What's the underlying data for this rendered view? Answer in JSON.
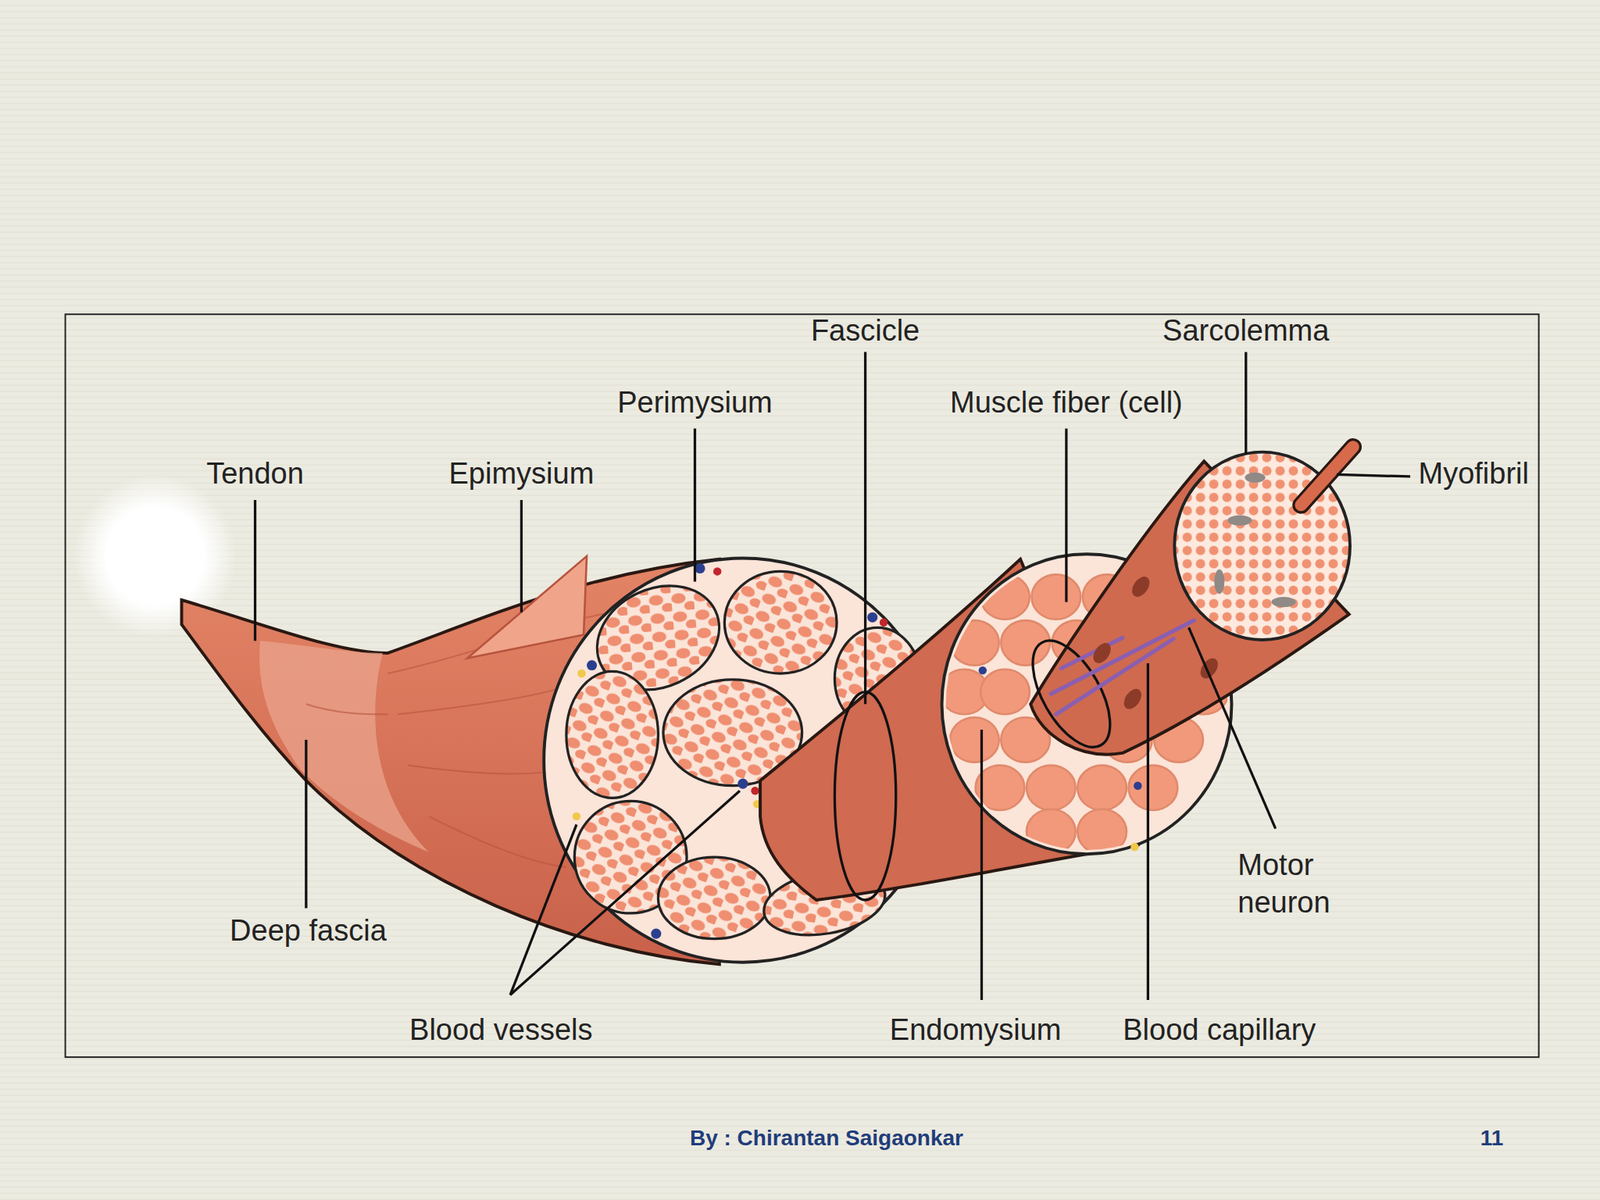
{
  "diagram": {
    "labels": [
      "Fascicle",
      "Sarcolemma",
      "Perimysium",
      "Muscle fiber (cell)",
      "Tendon",
      "Epimysium",
      "Myofibril",
      "Motor neuron",
      "Deep fascia",
      "Blood vessels",
      "Endomysium",
      "Blood capillary",
      "By : Chirantan Saigaonkar",
      "11"
    ]
  }
}
